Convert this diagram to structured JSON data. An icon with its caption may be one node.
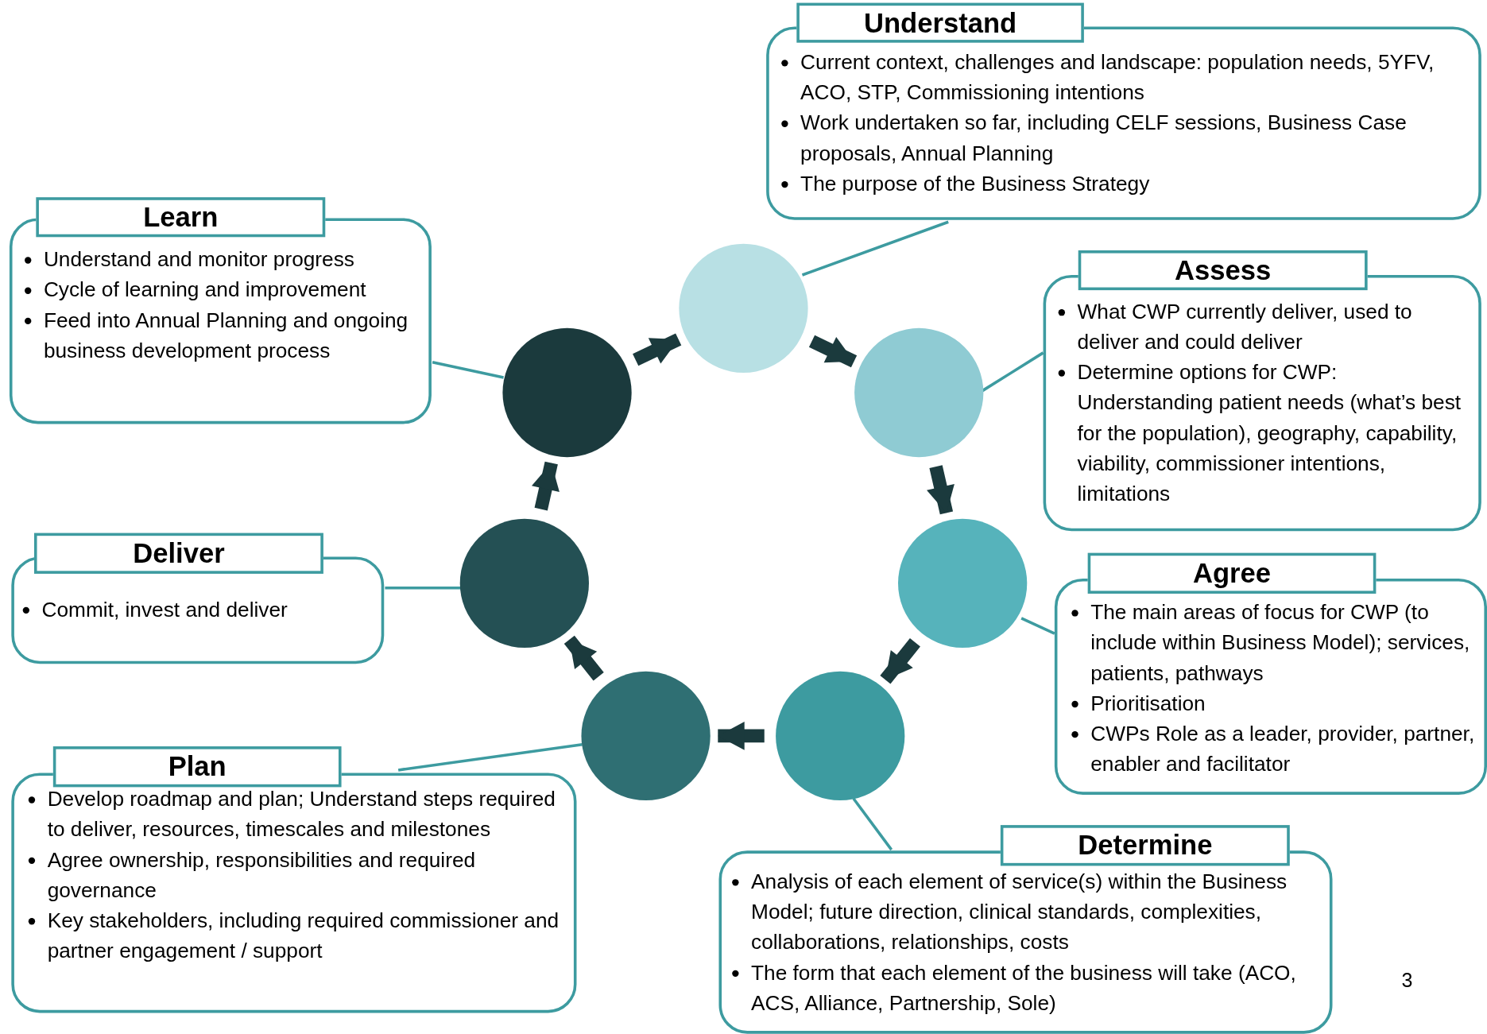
{
  "diagram": {
    "nodes": [
      {
        "text": [
          "Understand",
          "Current context, challenges and landscape: population needs, 5YFV, ACO, STP, Commissioning intentions",
          "Work undertaken so far, including CELF sessions, Business Case proposals, Annual Planning",
          "The purpose of the Business Strategy"
        ]
      },
      {
        "text": [
          "Learn",
          "Understand and monitor progress",
          "Cycle of learning and improvement",
          "Feed into Annual Planning and ongoing business development process"
        ]
      },
      {
        "text": [
          "Assess",
          "What CWP currently deliver, used to deliver and could deliver",
          "Determine options for CWP: Understanding patient needs (what’s best for the population), geography, capability, viability, commissioner intentions, limitations"
        ]
      },
      {
        "text": [
          "Deliver",
          "Commit, invest and deliver"
        ]
      },
      {
        "text": [
          "Agree",
          "The main areas of focus for CWP (to include within Business Model); services, patients, pathways",
          "Prioritisation",
          "CWPs Role as a leader, provider, partner, enabler and facilitator"
        ]
      },
      {
        "text": [
          "Plan",
          "Develop roadmap and plan; Understand steps required to deliver, resources, timescales and milestones",
          "Agree ownership, responsibilities and required governance",
          "Key stakeholders, including required commissioner and partner engagement / support"
        ]
      },
      {
        "text": [
          "Determine",
          "Analysis of each element of service(s) within the Business Model; future direction, clinical standards, complexities, collaborations, relationships, costs",
          "The form that each element of the business will take (ACO, ACS, Alliance, Partnership, Sole)"
        ]
      },
      {
        "text": [],
        "shape": "circle"
      },
      {
        "text": [],
        "shape": "circle"
      },
      {
        "text": [],
        "shape": "circle"
      },
      {
        "text": [],
        "shape": "circle"
      },
      {
        "text": [],
        "shape": "circle"
      },
      {
        "text": [],
        "shape": "circle"
      },
      {
        "text": [],
        "shape": "circle"
      }
    ],
    "edges": [
      {
        "from": 10,
        "to": 12,
        "arrow": "to",
        "style": "thick"
      },
      {
        "from": 12,
        "to": 13,
        "arrow": "to",
        "style": "thick"
      },
      {
        "from": 13,
        "to": 11,
        "arrow": "to",
        "style": "thick"
      },
      {
        "from": 11,
        "to": 9,
        "arrow": "to",
        "style": "thick"
      },
      {
        "from": 9,
        "to": 7,
        "arrow": "to",
        "style": "thick"
      },
      {
        "from": 7,
        "to": 8,
        "arrow": "to",
        "style": "thick"
      },
      {
        "from": 8,
        "to": 10,
        "arrow": "to",
        "style": "thick"
      },
      {
        "from": 0,
        "to": 10,
        "arrow": "none",
        "color": "#3d9ba0"
      },
      {
        "from": 1,
        "to": 8,
        "arrow": "none",
        "color": "#3d9ba0"
      },
      {
        "from": 2,
        "to": 12,
        "arrow": "none",
        "color": "#3d9ba0"
      },
      {
        "from": 3,
        "to": 7,
        "arrow": "none",
        "color": "#3d9ba0"
      },
      {
        "from": 4,
        "to": 13,
        "arrow": "none",
        "color": "#3d9ba0"
      },
      {
        "from": 5,
        "to": 9,
        "arrow": "none",
        "color": "#3d9ba0"
      },
      {
        "from": 6,
        "to": 11,
        "arrow": "none",
        "color": "#3d9ba0"
      }
    ],
    "labels": [
      "3"
    ]
  }
}
